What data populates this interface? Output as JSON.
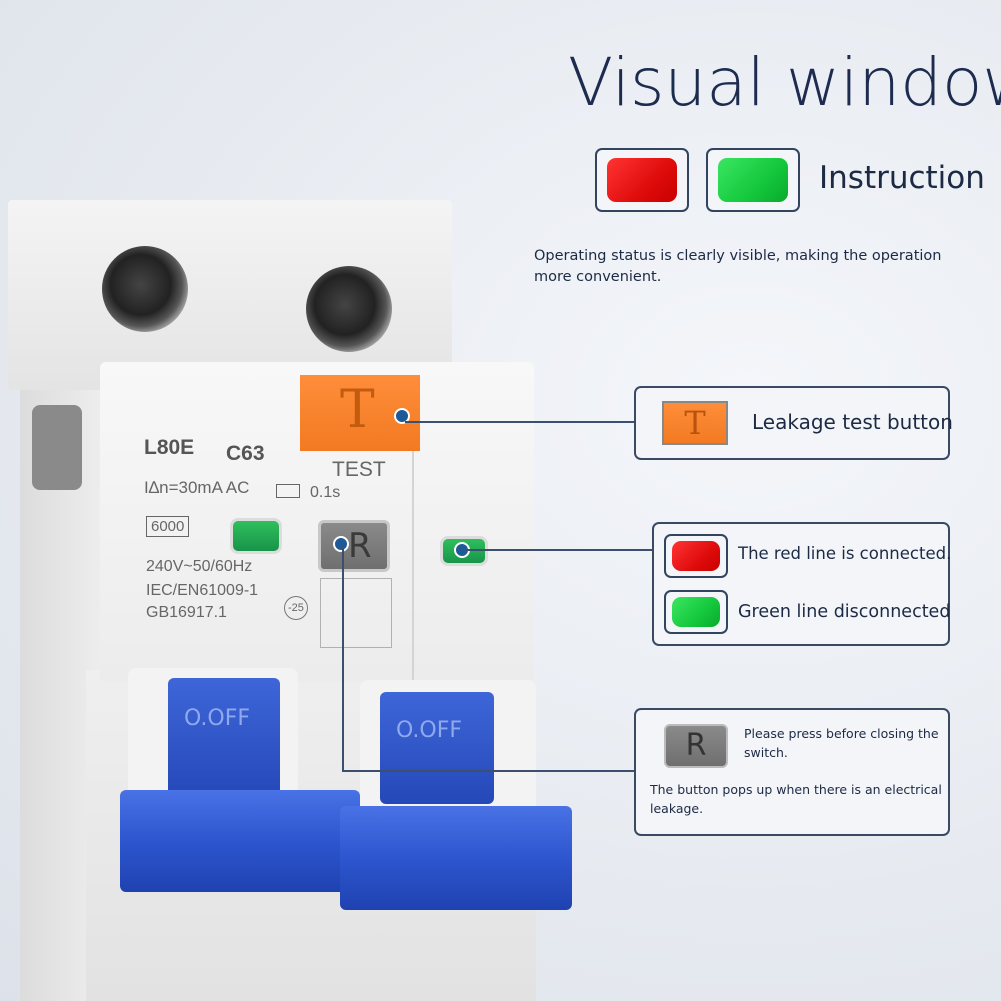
{
  "header": {
    "title": "Visual window",
    "instruction_label": "Instruction",
    "description": "Operating status is clearly visible, making the operation more convenient."
  },
  "colors": {
    "red": "#e60d0d",
    "green": "#14c83d",
    "orange": "#f27a22",
    "gray": "#6f6f6f",
    "navy": "#1d2b4f"
  },
  "callouts": {
    "test": {
      "icon": "T",
      "label": "Leakage test button"
    },
    "status": {
      "red_label": "The red line is connected.",
      "green_label": "Green line disconnected"
    },
    "reset": {
      "icon": "R",
      "label": "Please press before closing the switch.",
      "note": "The button pops up when there is an electrical leakage."
    }
  },
  "breaker": {
    "model": "L80E",
    "rating": "C63",
    "test_label": "TEST",
    "spec_line": "I∆n=30mA  AC",
    "trip_time": "0.1s",
    "capacity": "6000",
    "voltage": "240V~50/60Hz",
    "standard1": "IEC/EN61009-1",
    "standard2": "GB16917.1",
    "temp": "-25",
    "test_icon": "T",
    "reset_icon": "R",
    "off_label": "O.OFF"
  }
}
